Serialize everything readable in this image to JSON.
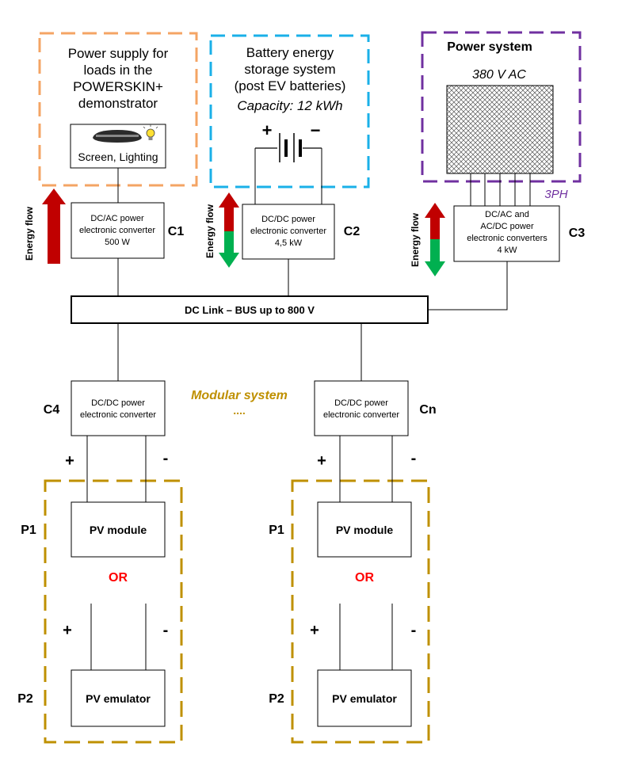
{
  "loads": {
    "title_lines": [
      "Power supply for",
      "loads in the",
      "POWERSKIN+",
      "demonstrator"
    ],
    "device_label": "Screen, Lighting",
    "icons": [
      "screen-icon",
      "light-bulb-icon"
    ],
    "border_color": "#f4a464"
  },
  "battery": {
    "title_lines": [
      "Battery energy",
      "storage system",
      "(post EV batteries)"
    ],
    "capacity": "Capacity: 12 kWh",
    "plus": "+",
    "minus": "−",
    "icon": "battery-symbol-icon",
    "border_color": "#1ab0e8"
  },
  "power_system": {
    "title": "Power system",
    "voltage": "380 V AC",
    "phase_label": "3PH",
    "border_color": "#7030a0"
  },
  "converters": {
    "c1": {
      "lines": [
        "DC/AC power",
        "electronic converter",
        "500 W"
      ],
      "tag": "C1"
    },
    "c2": {
      "lines": [
        "DC/DC power",
        "electronic converter",
        "4,5 kW"
      ],
      "tag": "C2"
    },
    "c3": {
      "lines": [
        "DC/AC and",
        "AC/DC power",
        "electronic converters",
        "4 kW"
      ],
      "tag": "C3"
    },
    "c4": {
      "lines": [
        "DC/DC power",
        "electronic converter"
      ],
      "tag": "C4"
    },
    "cn": {
      "lines": [
        "DC/DC power",
        "electronic converter"
      ],
      "tag": "Cn"
    }
  },
  "energy_flow_label": "Energy flow",
  "arrow_colors": {
    "red": "#c00000",
    "green": "#00b050"
  },
  "dc_link_label": "DC Link – BUS up to 800 V",
  "modular": {
    "title": "Modular system",
    "dots": "....",
    "color": "#bf9000"
  },
  "pv_left": {
    "module": "PV module",
    "emulator": "PV emulator",
    "or": "OR",
    "p1": "P1",
    "p2": "P2",
    "plus": "+",
    "minus": "-"
  },
  "pv_right": {
    "module": "PV module",
    "emulator": "PV emulator",
    "or": "OR",
    "p1": "P1",
    "p2": "P2",
    "plus": "+",
    "minus": "-"
  },
  "or_color": "#ff0000"
}
